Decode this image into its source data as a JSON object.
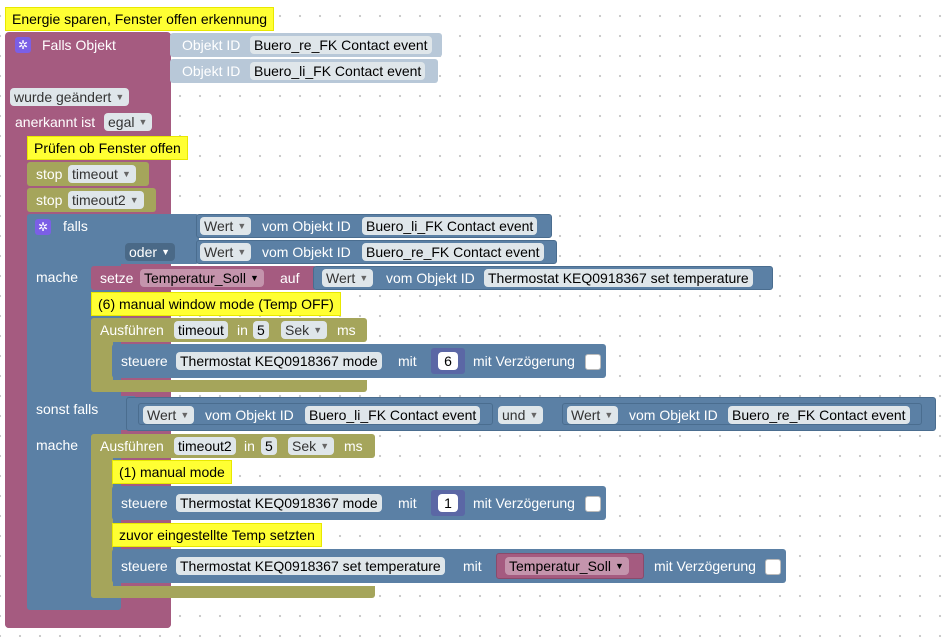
{
  "colors": {
    "event": "#a55b80",
    "timeout": "#a5a55b",
    "logic": "#5b80a5",
    "object": "#b8c8d8",
    "variable": "#a55b80",
    "comment": "#ffff33"
  },
  "title_comment": "Energie sparen, Fenster offen erkennung",
  "trigger": {
    "label": "Falls Objekt",
    "id_label": "Objekt ID",
    "objects": [
      "Buero_re_FK Contact event",
      "Buero_li_FK Contact event"
    ],
    "changed_label": "wurde geändert",
    "ack_label": "anerkannt ist",
    "ack_value": "egal"
  },
  "check_comment": "Prüfen ob Fenster offen",
  "stops": [
    {
      "label": "stop",
      "value": "timeout"
    },
    {
      "label": "stop",
      "value": "timeout2"
    }
  ],
  "if_block": {
    "if_label": "falls",
    "or_label": "oder",
    "then_label": "mache",
    "else_if_label": "sonst falls",
    "value_label": "Wert",
    "of_object_label": "vom Objekt ID",
    "cond_obj1": "Buero_li_FK Contact event",
    "cond_obj2": "Buero_re_FK Contact event",
    "and_label": "und"
  },
  "set_block": {
    "label": "setze",
    "variable": "Temperatur_Soll",
    "to_label": "auf",
    "object": "Thermostat KEQ0918367 set temperature"
  },
  "comment_manual_window": "(6) manual window mode (Temp OFF)",
  "timeout1": {
    "label": "Ausführen",
    "name": "timeout",
    "in_label": "in",
    "value": "5",
    "unit": "Sek",
    "ms": "ms"
  },
  "control1": {
    "label": "steuere",
    "object": "Thermostat KEQ0918367 mode",
    "with_label": "mit",
    "value": "6",
    "delay_label": "mit Verzögerung"
  },
  "timeout2": {
    "label": "Ausführen",
    "name": "timeout2",
    "in_label": "in",
    "value": "5",
    "unit": "Sek",
    "ms": "ms"
  },
  "comment_manual_mode": "(1) manual mode",
  "control2": {
    "label": "steuere",
    "object": "Thermostat KEQ0918367 mode",
    "with_label": "mit",
    "value": "1",
    "delay_label": "mit Verzögerung"
  },
  "comment_restore": "zuvor eingestellte Temp setzten",
  "control3": {
    "label": "steuere",
    "object": "Thermostat KEQ0918367 set temperature",
    "with_label": "mit",
    "variable": "Temperatur_Soll",
    "delay_label": "mit Verzögerung"
  }
}
